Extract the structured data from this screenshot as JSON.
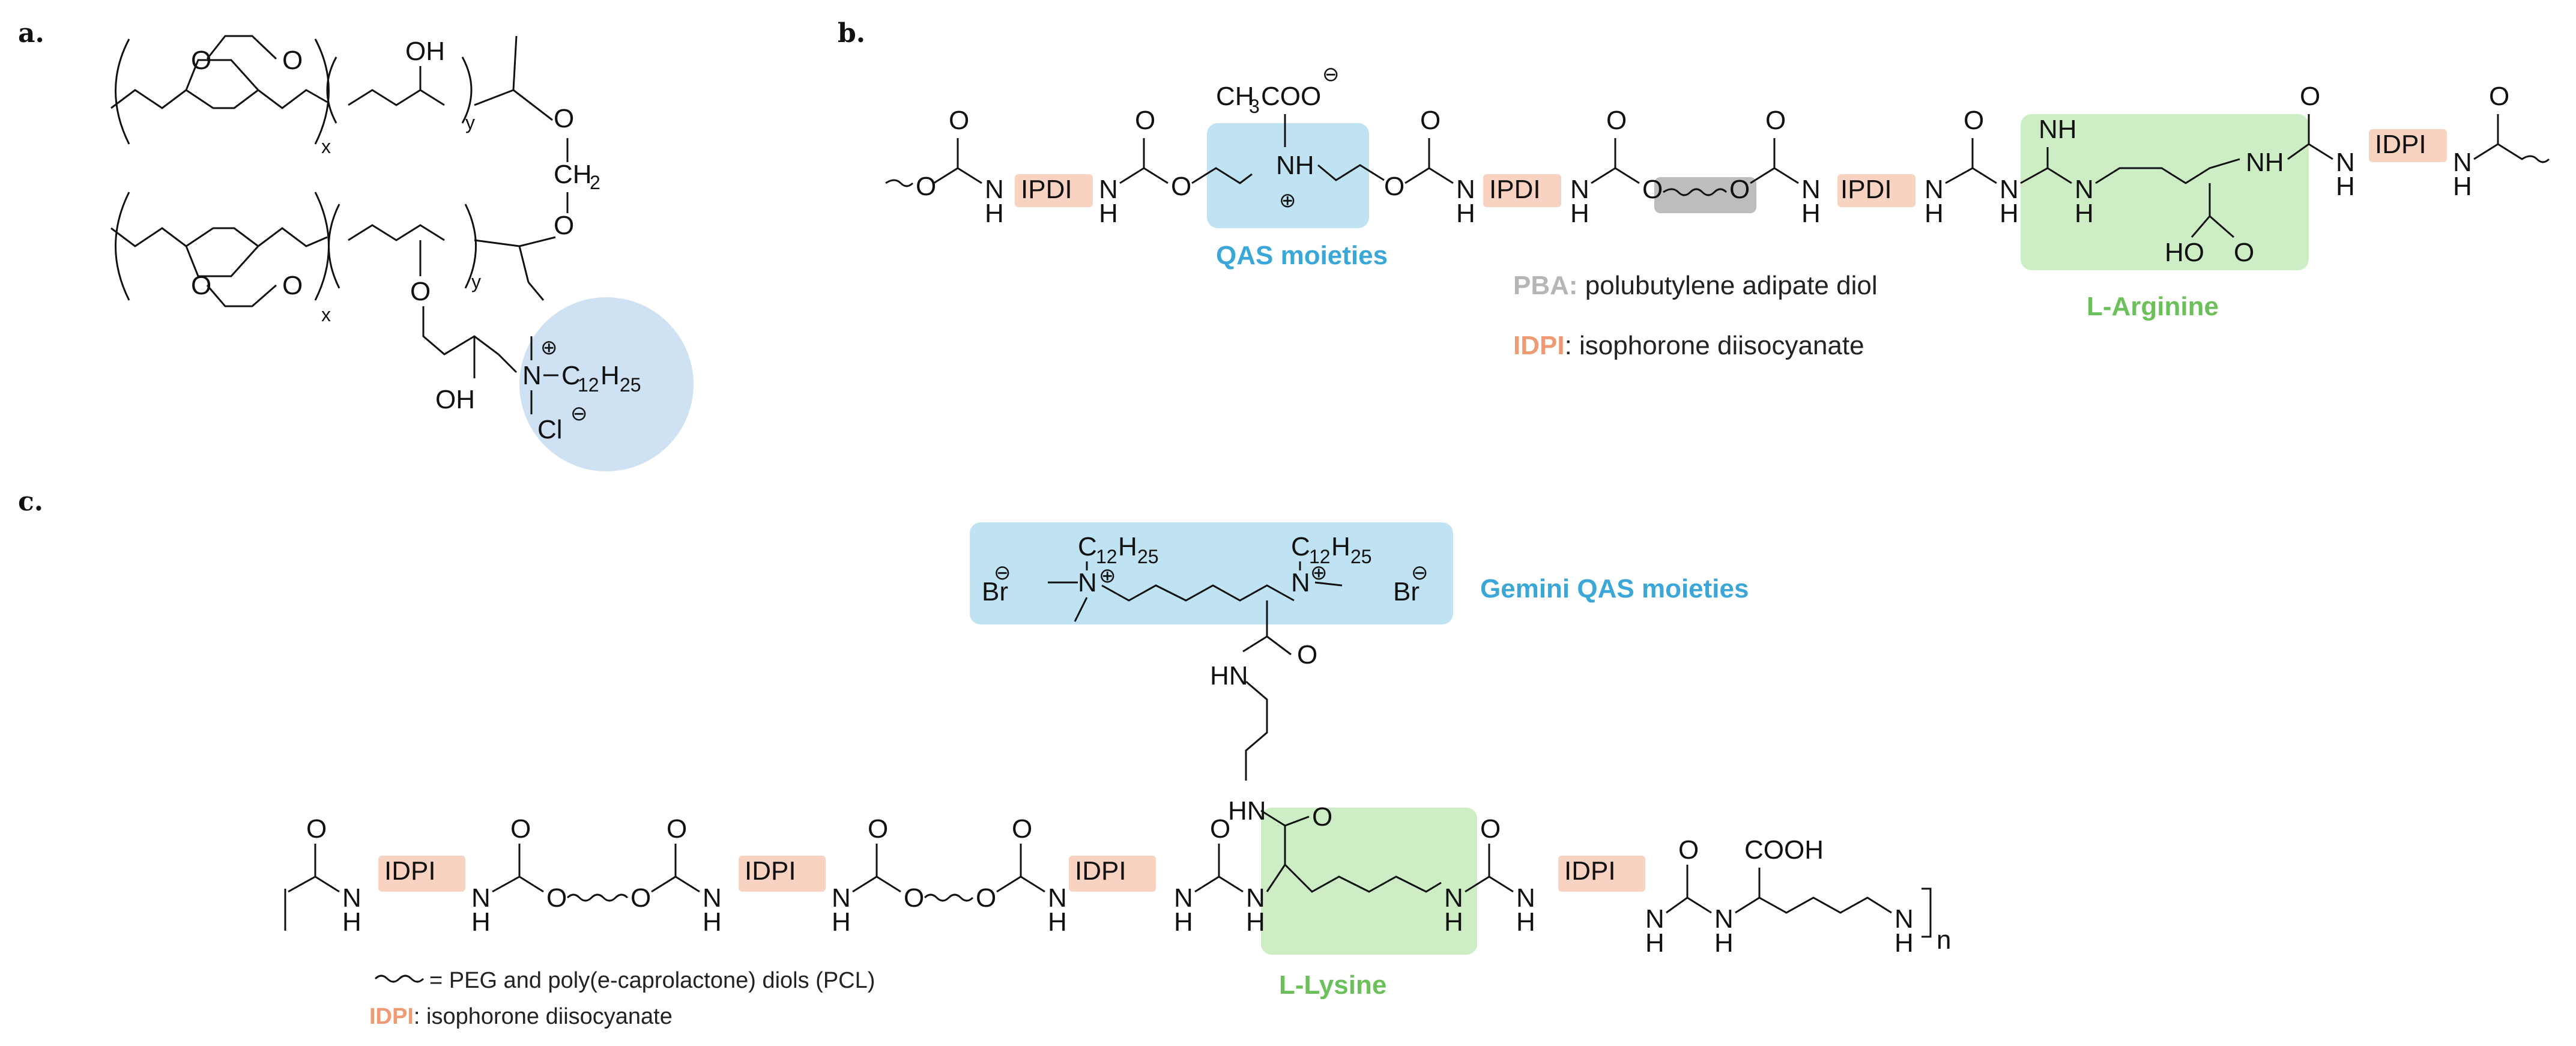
{
  "panels": {
    "a": "a.",
    "b": "b.",
    "c": "c."
  },
  "colors": {
    "qas_blue_fill": "#bfe3f3",
    "qas_blue_text": "#3aa7d8",
    "ipdi_fill": "#f8d3c2",
    "ipdi_text": "#ef9a73",
    "arg_green_fill": "#cdeec4",
    "arg_green_text": "#6cc05a",
    "pba_grey_fill": "#bdbdbd",
    "pba_grey_text": "#b5b5b5",
    "circle_blue": "#cfe2f3"
  },
  "panel_a": {
    "atoms": {
      "o": "O",
      "oh": "OH",
      "ch2": "CH",
      "two": "2",
      "n": "N",
      "c12": "C",
      "c12sub": "12",
      "h25": "H",
      "h25sub": "25",
      "cl": "Cl",
      "x": "x",
      "y": "y"
    }
  },
  "panel_b": {
    "ipdi": "IPDI",
    "acetate": "CH",
    "acetate_sub": "3",
    "acetate_rest": "COO",
    "nh": "NH",
    "n": "N",
    "h": "H",
    "o": "O",
    "qas_label": "QAS moieties",
    "arginine_label": "L-Arginine",
    "pba_key": "PBA:",
    "pba_text": " polubutylene adipate diol",
    "ipdi_key": "IDPI",
    "ipdi_text": ": isophorone diisocyanate",
    "hooc": "HO",
    "idpi_tag": "IDPI"
  },
  "panel_c": {
    "idpi": "IDPI",
    "br": "Br",
    "c12": "C",
    "c12sub": "12",
    "h25": "H",
    "h25sub": "25",
    "gemini_label": "Gemini QAS moieties",
    "lysine_label": "L-Lysine",
    "hn": "HN",
    "n": "N",
    "h": "H",
    "o": "O",
    "cooh": "COOH",
    "n_sub": "n",
    "legend_wavy": "= PEG and poly(e-caprolactone) diols (PCL)",
    "legend_idpi_key": "IDPI",
    "legend_idpi_text": ": isophorone diisocyanate"
  }
}
